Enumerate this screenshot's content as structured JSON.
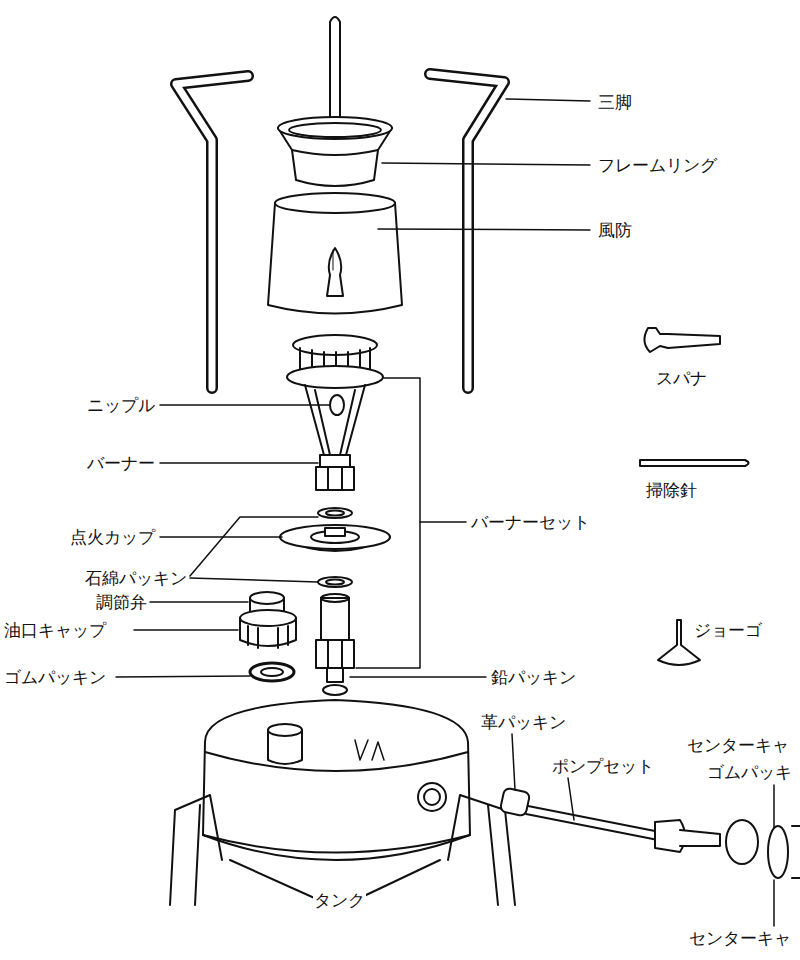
{
  "diagram": {
    "labels": [
      "三脚",
      "フレームリング",
      "風防",
      "スパナ",
      "ニップル",
      "バーナー",
      "掃除針",
      "バーナーセット",
      "点火カップ",
      "石綿パッキン",
      "調節弁",
      "油口キャップ",
      "ジョーゴ",
      "ゴムパッキン",
      "鉛パッキン",
      "革パッキン",
      "センターキャ",
      "ポンプセット",
      "ゴムパッキ",
      "タンク",
      "センターキャ"
    ]
  }
}
